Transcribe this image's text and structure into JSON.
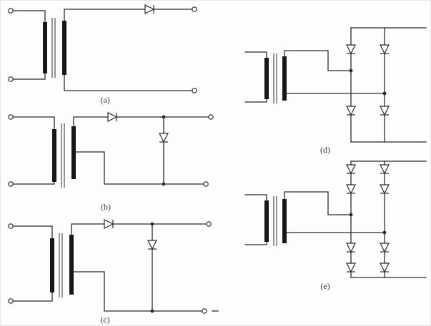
{
  "page": {
    "background": "#fdfdfd",
    "ink": "#2a2a2a"
  },
  "figure": {
    "labels": {
      "a": "(a)",
      "b": "(b)",
      "c": "(c)",
      "d": "(d)",
      "e": "(e)"
    }
  }
}
